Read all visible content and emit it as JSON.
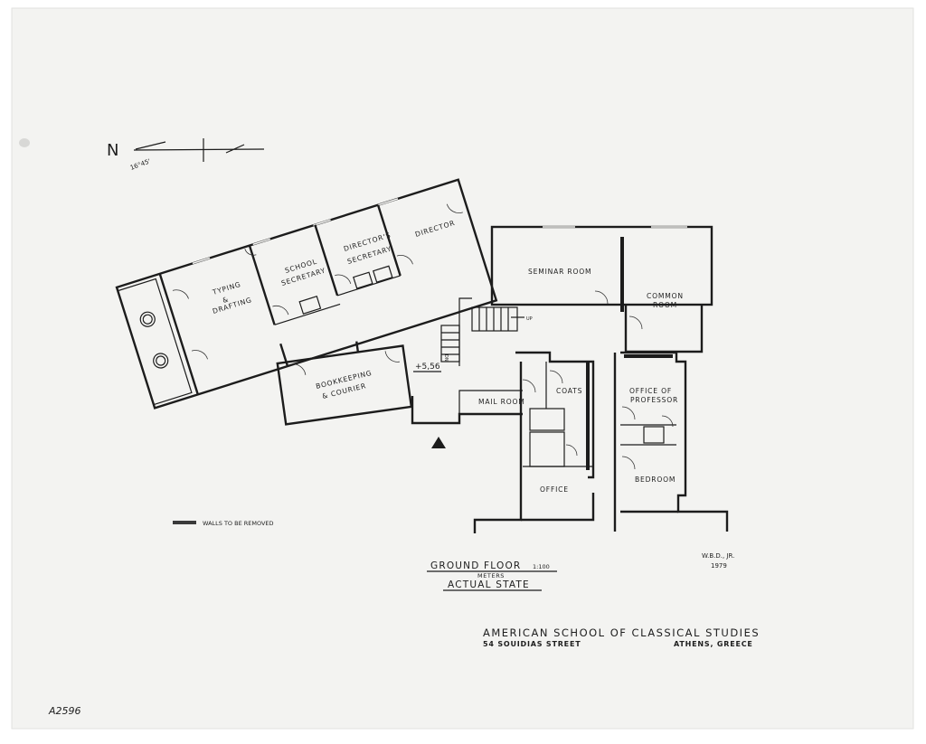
{
  "north_label": "N",
  "pencil_note": "16°45'",
  "legend": {
    "label": "WALLS TO BE REMOVED"
  },
  "rooms": {
    "typing_1": "TYPING",
    "typing_2": "&",
    "typing_3": "DRAFTING",
    "school_1": "SCHOOL",
    "school_2": "SECRETARY",
    "dirsec_1": "DIRECTOR'S",
    "dirsec_2": "SECRETARY",
    "director": "DIRECTOR",
    "seminar": "SEMINAR ROOM",
    "common_1": "COMMON",
    "common_2": "ROOM",
    "bookkeeping_1": "BOOKKEEPING",
    "bookkeeping_2": "& COURIER",
    "mail": "MAIL ROOM",
    "coats": "COATS",
    "office_prof_1": "OFFICE OF",
    "office_prof_2": "PROFESSOR",
    "office": "OFFICE",
    "bedroom": "BEDROOM"
  },
  "stair_up": "UP",
  "stair_down": "DN",
  "level": "+5,56",
  "title": {
    "floor": "GROUND FLOOR",
    "scale": "1:100",
    "units": "METERS",
    "state": "ACTUAL STATE"
  },
  "author": {
    "name": "W.B.D., JR.",
    "year": "1979"
  },
  "institution": {
    "name": "AMERICAN SCHOOL OF CLASSICAL STUDIES",
    "address": "54 SOUIDIAS STREET",
    "city": "ATHENS, GREECE"
  },
  "archive_number": "A2596"
}
